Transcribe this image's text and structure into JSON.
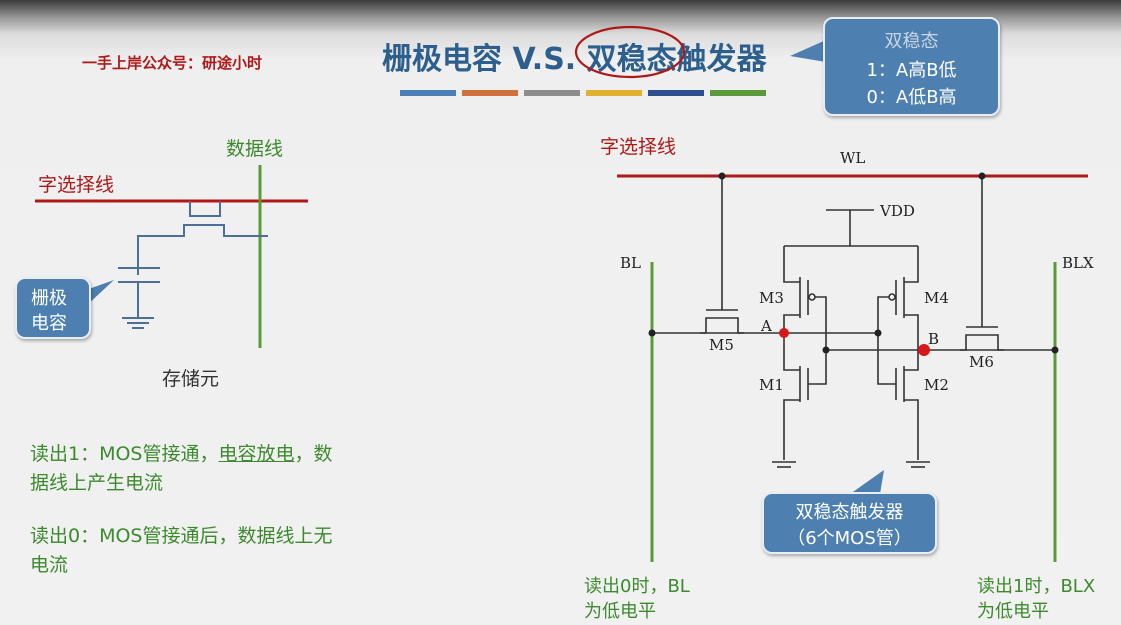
{
  "header": {
    "watermark": "一手上岸公众号：研途小时",
    "title": "栅极电容 V.S. 双稳态触发器",
    "bar_colors": [
      "#4a7fb5",
      "#d0703a",
      "#8c8c8c",
      "#e0b030",
      "#2d4f8e",
      "#5a9a3a"
    ]
  },
  "bistable_callout": {
    "title": "双稳态",
    "state1": "1：A高B低",
    "state0": "0：A低B高"
  },
  "left_diagram": {
    "data_line_label": "数据线",
    "word_select_label": "字选择线",
    "gate_capacitor_line1": "栅极",
    "gate_capacitor_line2": "电容",
    "cell_label": "存储元"
  },
  "left_text": {
    "read1_prefix": "读出1：MOS管接通，",
    "read1_underlined": "电容放电",
    "read1_suffix": "，数",
    "read1_line2": "据线上产生电流",
    "read0_line1": "读出0：MOS管接通后，数据线上无",
    "read0_line2": "电流"
  },
  "right_diagram": {
    "word_select_label": "字选择线",
    "wl": "WL",
    "vdd": "VDD",
    "bl": "BL",
    "blx": "BLX",
    "m1": "M1",
    "m2": "M2",
    "m3": "M3",
    "m4": "M4",
    "m5": "M5",
    "m6": "M6",
    "node_a": "A",
    "node_b": "B",
    "flipflop_line1": "双稳态触发器",
    "flipflop_line2": "（6个MOS管）",
    "read0_line1": "读出0时，BL",
    "read0_line2": "为低电平",
    "read1_line1": "读出1时，BLX",
    "read1_line2": "为低电平"
  }
}
